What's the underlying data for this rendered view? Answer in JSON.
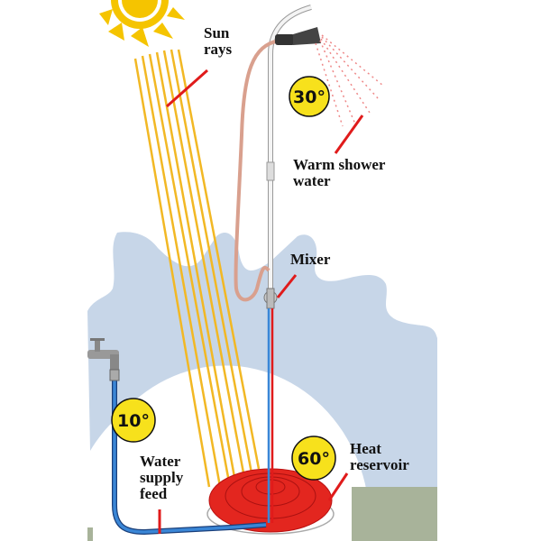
{
  "labels": {
    "sun_rays": [
      "Sun",
      "rays"
    ],
    "warm_shower": [
      "Warm shower",
      "water"
    ],
    "mixer": "Mixer",
    "heat_reservoir": [
      "Heat",
      "reservoir"
    ],
    "water_supply": [
      "Water",
      "supply",
      "feed"
    ]
  },
  "badges": {
    "shower_temp": "30°",
    "supply_temp": "10°",
    "reservoir_temp": "60°"
  },
  "colors": {
    "sun": "#f5c400",
    "rays": "#f2b824",
    "sky_shape": "#c7d6e8",
    "pointer": "#e01b1b",
    "cold_pipe": "#2f6fc0",
    "hot_pipe": "#e01b1b",
    "reservoir": "#e3261f",
    "badge": "#f7e11c",
    "grass": "#a8b39a"
  }
}
